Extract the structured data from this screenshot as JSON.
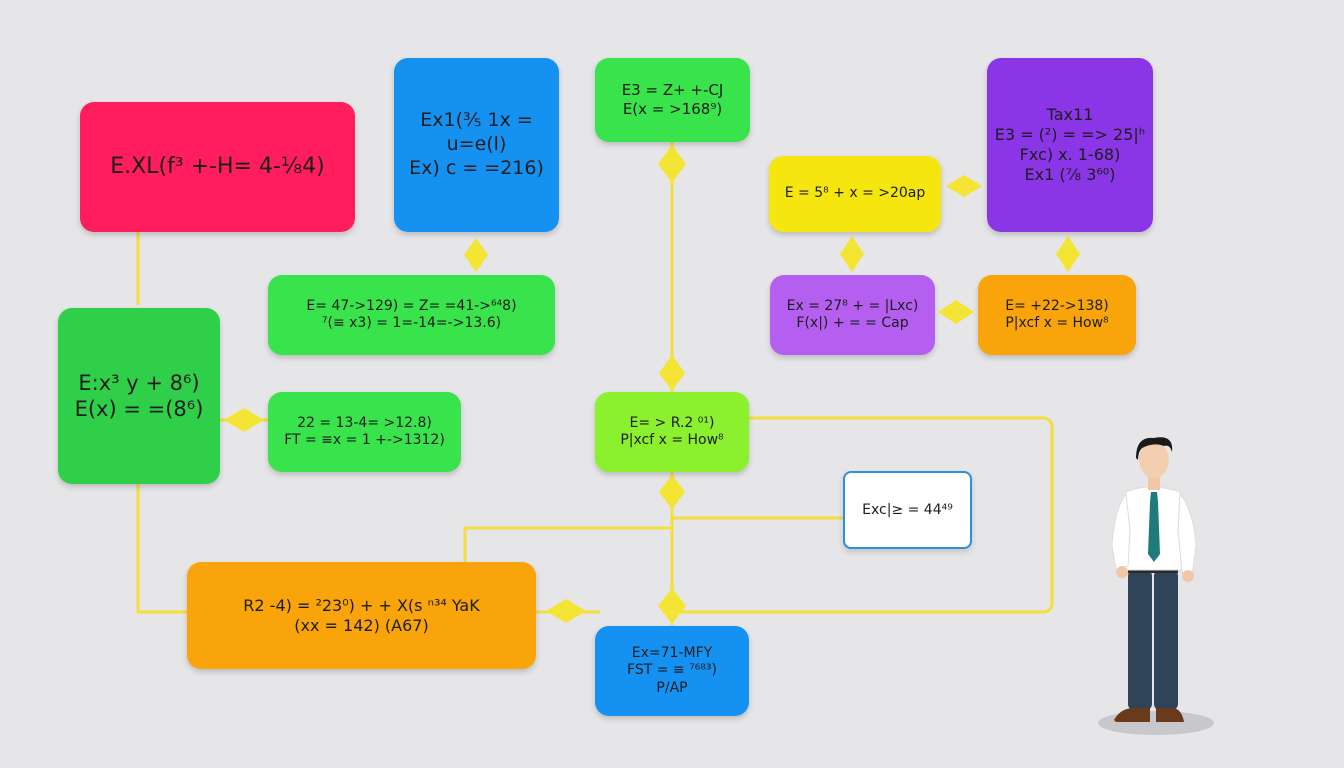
{
  "colors": {
    "background": "#e6e6e8",
    "connector": "#f2df3c",
    "diamond": "#f4e433",
    "red": "#ff1d5e",
    "blue": "#1591f2",
    "green": "#2fcf4a",
    "bright_green": "#38e34c",
    "lime": "#8bf02e",
    "yellow": "#f6e60f",
    "purple": "#8a36e6",
    "violet": "#b55ff0",
    "orange": "#f9a40a",
    "callout_border": "#2f8fdc"
  },
  "nodes": {
    "red_box": {
      "color": "red",
      "lines": [
        "E.XL(f³ +-H= 4-⅛4)"
      ]
    },
    "blue_top": {
      "color": "blue",
      "lines": [
        "Ex1(⅗ 1x =",
        "u=e(l)",
        "Ex) c = =216)"
      ]
    },
    "green_top_center": {
      "color": "bright_green",
      "lines": [
        "E3 = Z+ +-CJ",
        "E(x = >168⁹)"
      ]
    },
    "purple_top_right": {
      "color": "purple",
      "lines": [
        "Tax11",
        "E3 = (²) = => 25|ʰ",
        "Fxc) x. 1-68)",
        "Ex1 (⅞ 3⁶⁰)"
      ]
    },
    "green_mid": {
      "color": "bright_green",
      "lines": [
        "E= 47->129) = Z= =41->⁶⁴8)",
        "⁷(≡ x3) = 1=-14=->13.6)"
      ]
    },
    "yellow_mid_right": {
      "color": "yellow",
      "lines": [
        "E = 5⁸ + x = >20ap"
      ]
    },
    "violet_mid_right": {
      "color": "violet",
      "lines": [
        "Ex = 27⁸ + = |Lxc)",
        "F(x|) + = = Cap"
      ]
    },
    "orange_mid_right": {
      "color": "orange",
      "lines": [
        "E= +22->138)",
        "P|xcf x = How⁸"
      ]
    },
    "green_left": {
      "color": "green",
      "lines": [
        "E:x³ y + 8⁶)",
        "E(x) = =(8⁶)"
      ]
    },
    "green_small": {
      "color": "bright_green",
      "lines": [
        "22 = 13-4= >12.8)",
        "FT = ≡x = 1 +->1312)"
      ]
    },
    "lime_center": {
      "color": "lime",
      "lines": [
        "E= > R.2 ⁰¹)",
        "P|xcf x = How⁸"
      ]
    },
    "orange_bottom": {
      "color": "orange",
      "lines": [
        "R2 -4) = ²23⁰) + + X(s ⁿ³⁴ YaK",
        "(xx = 142) (A67)"
      ]
    },
    "blue_bottom": {
      "color": "blue",
      "lines": [
        "Ex=71-MFY",
        "FST = ≡ ⁷⁶⁸³)",
        "P/AP"
      ]
    }
  },
  "callout": {
    "text": "Exc|≥ = 44⁴⁹"
  }
}
